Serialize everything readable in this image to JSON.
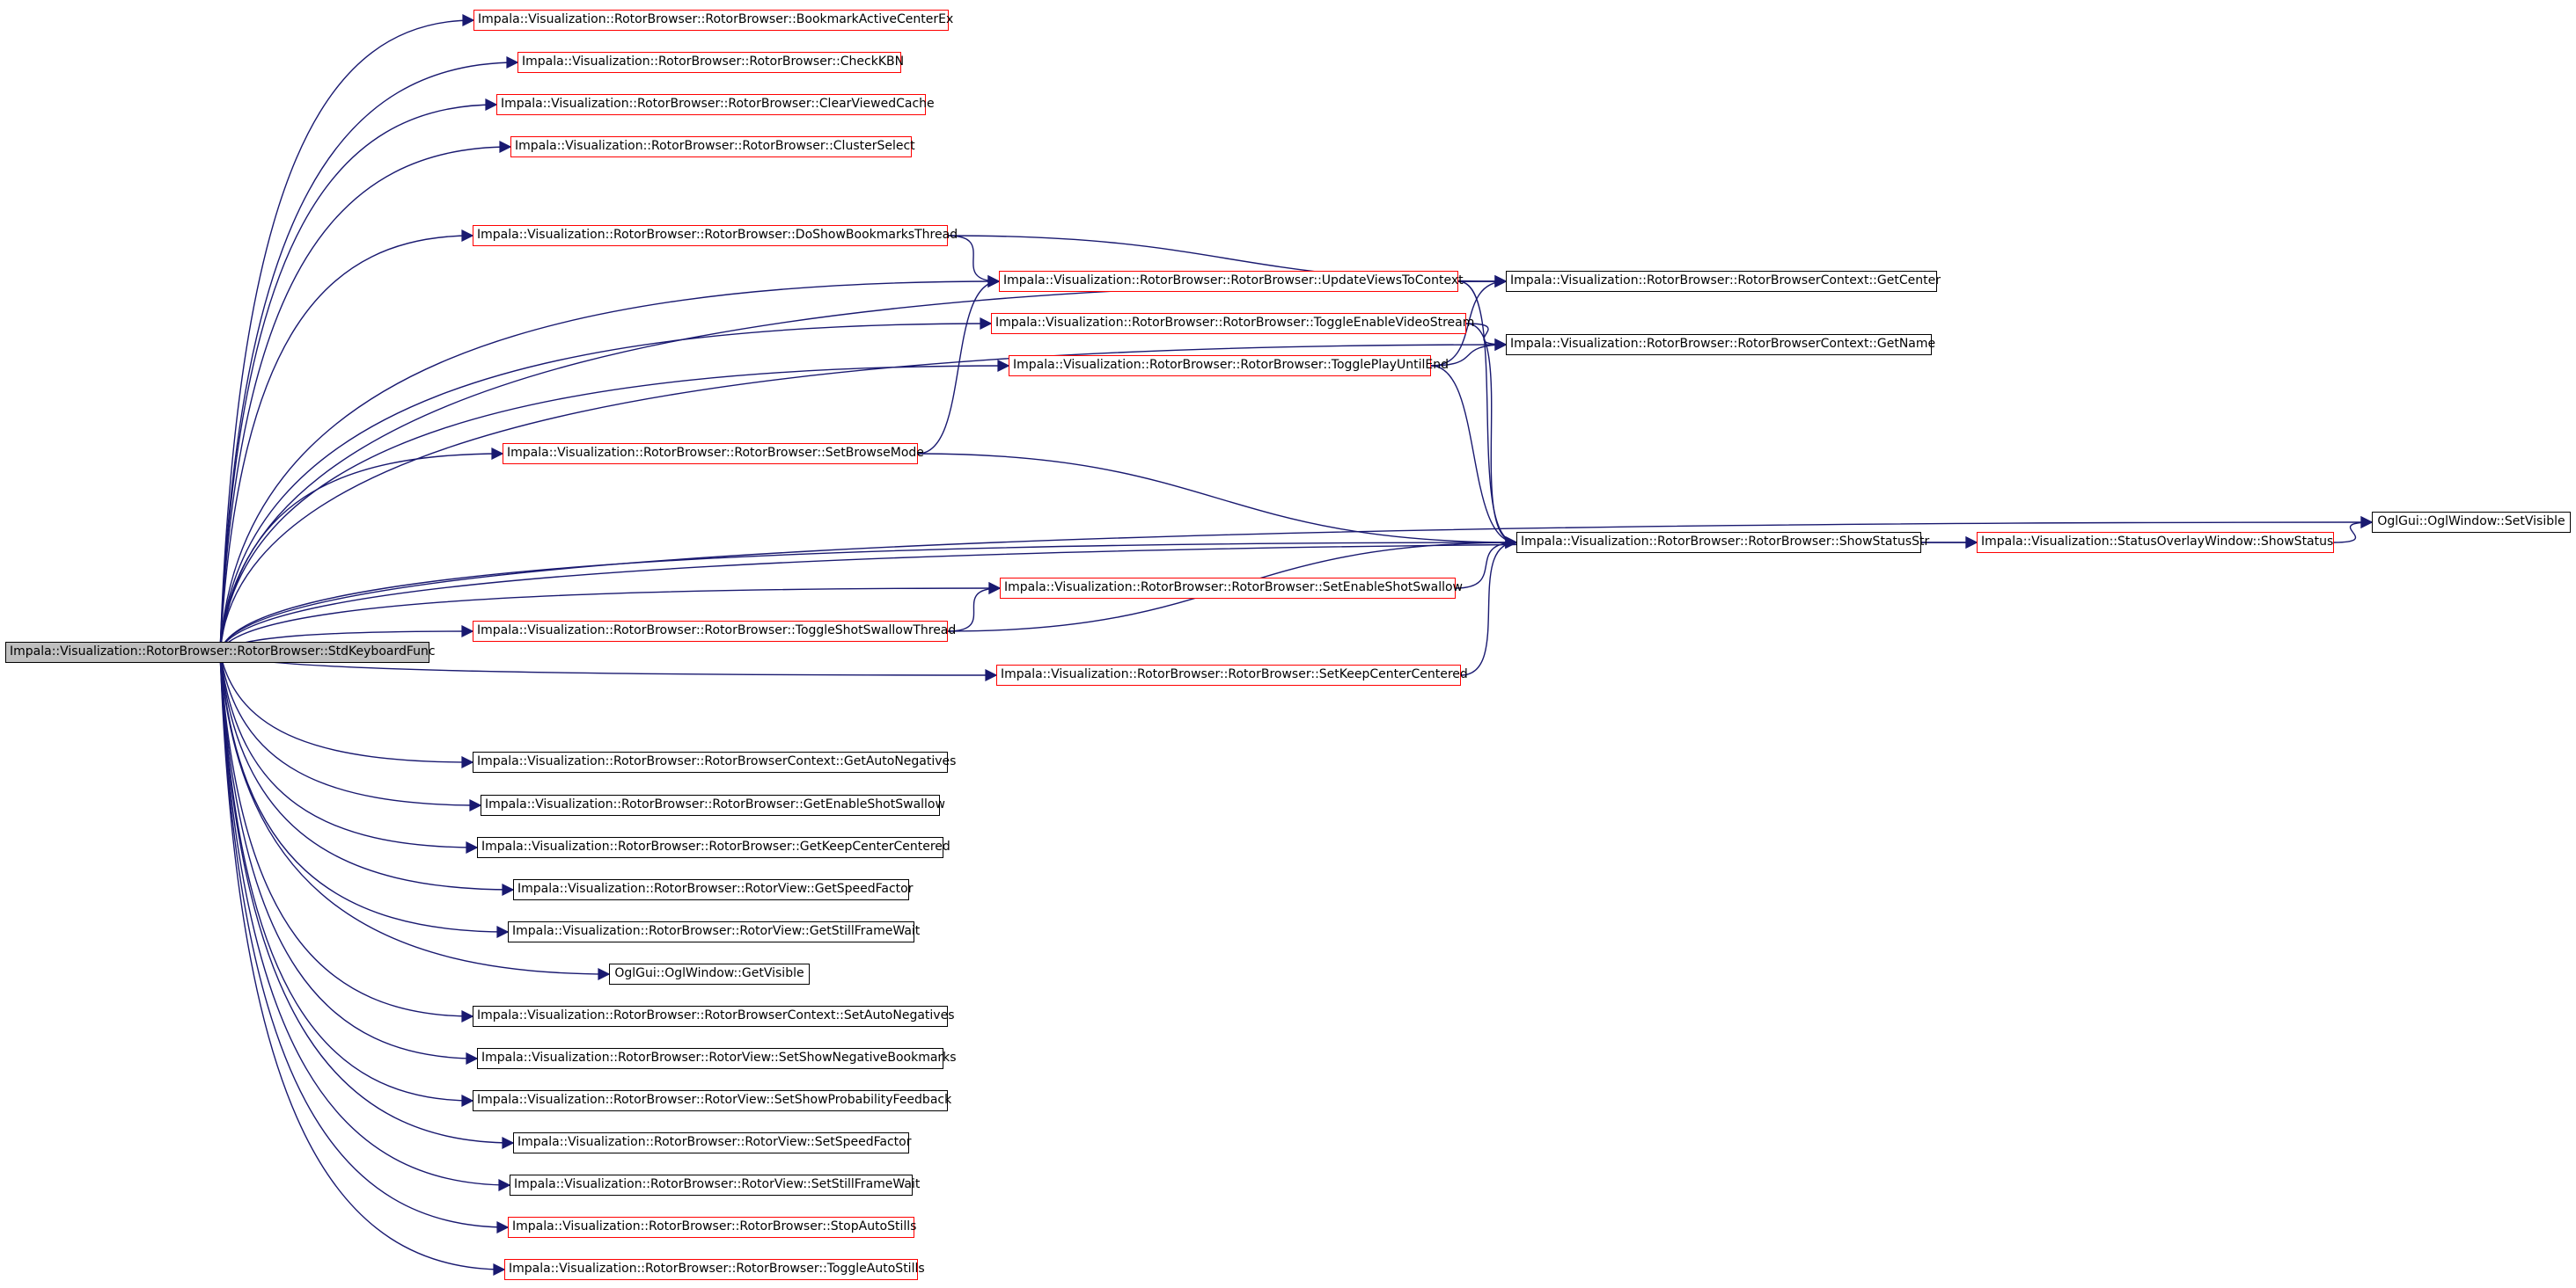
{
  "nodes": [
    {
      "id": "root",
      "label": "Impala::Visualization::RotorBrowser::RotorBrowser::StdKeyboardFunc",
      "style": "root"
    },
    {
      "id": "n1",
      "label": "Impala::Visualization::RotorBrowser::RotorBrowser::BookmarkActiveCenterEx",
      "style": "red"
    },
    {
      "id": "n2",
      "label": "Impala::Visualization::RotorBrowser::RotorBrowser::CheckKBN",
      "style": "red"
    },
    {
      "id": "n3",
      "label": "Impala::Visualization::RotorBrowser::RotorBrowser::ClearViewedCache",
      "style": "red"
    },
    {
      "id": "n4",
      "label": "Impala::Visualization::RotorBrowser::RotorBrowser::ClusterSelect",
      "style": "red"
    },
    {
      "id": "n5",
      "label": "Impala::Visualization::RotorBrowser::RotorBrowser::DoShowBookmarksThread",
      "style": "red"
    },
    {
      "id": "n6",
      "label": "Impala::Visualization::RotorBrowser::RotorBrowser::UpdateViewsToContext",
      "style": "red"
    },
    {
      "id": "n7",
      "label": "Impala::Visualization::RotorBrowser::RotorBrowserContext::GetCenter",
      "style": "black"
    },
    {
      "id": "n8",
      "label": "Impala::Visualization::RotorBrowser::RotorBrowser::ToggleEnableVideoStream",
      "style": "red"
    },
    {
      "id": "n9",
      "label": "Impala::Visualization::RotorBrowser::RotorBrowserContext::GetName",
      "style": "black"
    },
    {
      "id": "n10",
      "label": "Impala::Visualization::RotorBrowser::RotorBrowser::TogglePlayUntilEnd",
      "style": "red"
    },
    {
      "id": "n11",
      "label": "Impala::Visualization::RotorBrowser::RotorBrowser::SetBrowseMode",
      "style": "red"
    },
    {
      "id": "n12",
      "label": "OglGui::OglWindow::SetVisible",
      "style": "black"
    },
    {
      "id": "n13",
      "label": "Impala::Visualization::RotorBrowser::RotorBrowser::ShowStatusStr",
      "style": "black"
    },
    {
      "id": "n14",
      "label": "Impala::Visualization::StatusOverlayWindow::ShowStatus",
      "style": "red"
    },
    {
      "id": "n15",
      "label": "Impala::Visualization::RotorBrowser::RotorBrowser::SetEnableShotSwallow",
      "style": "red"
    },
    {
      "id": "n16",
      "label": "Impala::Visualization::RotorBrowser::RotorBrowser::ToggleShotSwallowThread",
      "style": "red"
    },
    {
      "id": "n17",
      "label": "Impala::Visualization::RotorBrowser::RotorBrowser::SetKeepCenterCentered",
      "style": "red"
    },
    {
      "id": "n18",
      "label": "Impala::Visualization::RotorBrowser::RotorBrowserContext::GetAutoNegatives",
      "style": "black"
    },
    {
      "id": "n19",
      "label": "Impala::Visualization::RotorBrowser::RotorBrowser::GetEnableShotSwallow",
      "style": "black"
    },
    {
      "id": "n20",
      "label": "Impala::Visualization::RotorBrowser::RotorBrowser::GetKeepCenterCentered",
      "style": "black"
    },
    {
      "id": "n21",
      "label": "Impala::Visualization::RotorBrowser::RotorView::GetSpeedFactor",
      "style": "black"
    },
    {
      "id": "n22",
      "label": "Impala::Visualization::RotorBrowser::RotorView::GetStillFrameWait",
      "style": "black"
    },
    {
      "id": "n23",
      "label": "OglGui::OglWindow::GetVisible",
      "style": "black"
    },
    {
      "id": "n24",
      "label": "Impala::Visualization::RotorBrowser::RotorBrowserContext::SetAutoNegatives",
      "style": "black"
    },
    {
      "id": "n25",
      "label": "Impala::Visualization::RotorBrowser::RotorView::SetShowNegativeBookmarks",
      "style": "black"
    },
    {
      "id": "n26",
      "label": "Impala::Visualization::RotorBrowser::RotorView::SetShowProbabilityFeedback",
      "style": "black"
    },
    {
      "id": "n27",
      "label": "Impala::Visualization::RotorBrowser::RotorView::SetSpeedFactor",
      "style": "black"
    },
    {
      "id": "n28",
      "label": "Impala::Visualization::RotorBrowser::RotorView::SetStillFrameWait",
      "style": "black"
    },
    {
      "id": "n29",
      "label": "Impala::Visualization::RotorBrowser::RotorBrowser::StopAutoStills",
      "style": "red"
    },
    {
      "id": "n30",
      "label": "Impala::Visualization::RotorBrowser::RotorBrowser::ToggleAutoStills",
      "style": "red"
    }
  ],
  "edges": [
    [
      "root",
      "n1"
    ],
    [
      "root",
      "n2"
    ],
    [
      "root",
      "n3"
    ],
    [
      "root",
      "n4"
    ],
    [
      "root",
      "n5"
    ],
    [
      "root",
      "n6"
    ],
    [
      "root",
      "n7"
    ],
    [
      "root",
      "n8"
    ],
    [
      "root",
      "n9"
    ],
    [
      "root",
      "n10"
    ],
    [
      "root",
      "n11"
    ],
    [
      "root",
      "n12"
    ],
    [
      "root",
      "n13"
    ],
    [
      "root",
      "n14"
    ],
    [
      "root",
      "n15"
    ],
    [
      "root",
      "n16"
    ],
    [
      "root",
      "n17"
    ],
    [
      "root",
      "n18"
    ],
    [
      "root",
      "n19"
    ],
    [
      "root",
      "n20"
    ],
    [
      "root",
      "n21"
    ],
    [
      "root",
      "n22"
    ],
    [
      "root",
      "n23"
    ],
    [
      "root",
      "n24"
    ],
    [
      "root",
      "n25"
    ],
    [
      "root",
      "n26"
    ],
    [
      "root",
      "n27"
    ],
    [
      "root",
      "n28"
    ],
    [
      "root",
      "n29"
    ],
    [
      "root",
      "n30"
    ],
    [
      "n5",
      "n6"
    ],
    [
      "n5",
      "n7"
    ],
    [
      "n6",
      "n7"
    ],
    [
      "n6",
      "n13"
    ],
    [
      "n8",
      "n9"
    ],
    [
      "n8",
      "n13"
    ],
    [
      "n10",
      "n7"
    ],
    [
      "n10",
      "n9"
    ],
    [
      "n10",
      "n13"
    ],
    [
      "n11",
      "n6"
    ],
    [
      "n11",
      "n13"
    ],
    [
      "n13",
      "n14"
    ],
    [
      "n14",
      "n12"
    ],
    [
      "n15",
      "n13"
    ],
    [
      "n16",
      "n15"
    ],
    [
      "n16",
      "n13"
    ],
    [
      "n17",
      "n13"
    ]
  ],
  "colors": {
    "edge": "#191970",
    "red_border": "#ff0000",
    "black_border": "#000000",
    "root_fill": "#bfbfbf"
  }
}
